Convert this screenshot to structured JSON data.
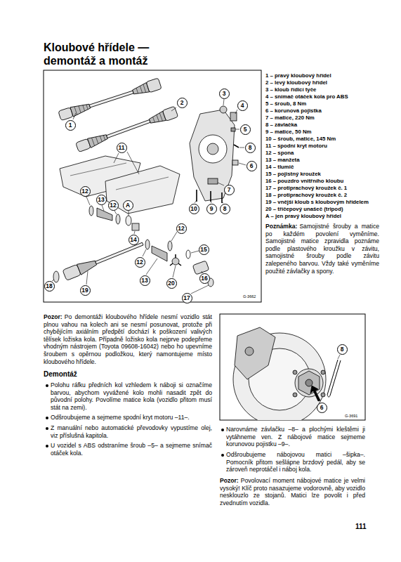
{
  "diagram": {
    "title": "Kloubové hřídele — demontáž a montáž",
    "labels": [
      "1",
      "2",
      "3",
      "4",
      "5",
      "8",
      "6",
      "7",
      "10",
      "9",
      "8",
      "11",
      "12",
      "13",
      "12",
      "A",
      "14",
      "12",
      "15",
      "12",
      "16",
      "13",
      "20",
      "17",
      "18",
      "19",
      "G-3662",
      "1 – pravý kloubový hřídel",
      "2 – levý kloubový hřídel",
      "3 – kloub řídicí tyče",
      "4 – snímač otáček kola pro ABS",
      "5 – šroub, 8 Nm",
      "6 – korunová pojistka",
      "7 – matice, 220 Nm",
      "8 – závlačka",
      "9 – matice, 50 Nm",
      "10 – šroub, matice, 145 Nm",
      "11 – spodní kryt motoru",
      "12 – spona",
      "13 – manžeta",
      "14 – tlumič",
      "15 – pojistný kroužek",
      "16 – pouzdro vnitřního kloubu",
      "17 – protiprachový kroužek č. 1",
      "18 – protiprachový kroužek č. 2",
      "19 – vnější kloub s kloubovým hřídelem",
      "20 – tříčepový unašeč (tripod)",
      "A – jen pravý kloubový hřídel",
      "Poznámka:",
      "Samojistné šrouby a matice po každém povolení vyměníme. Samojistné matice zpravidla poznáme podle plastového kroužku v závitu, samojistné šrouby podle závitu zalepeného barvou. Vždy také vyměníme použité závlačky a spony.",
      "Pozor:",
      "Po demontáži kloubového hřídele nesmí vozidlo stát plnou vahou na kolech ani se nesmí posunovat, protože při chybějícím axiálním předpětí dochází k poškození valivých tělísek ložiska kola. Případně ložisko kola nejprve podepřeme vhodným nástrojem (Toyota 09608-16042) nebo ho upevníme šroubem s opěrnou podložkou, který namontujeme místo kloubového hřídele.",
      "Demontáž",
      "Polohu ráfku předních kol vzhledem k náboji si označíme barvou, abychom vyvážené kolo mohli nasadit zpět do původní polohy. Povolíme matice kola (vozidlo přitom musí stát na zemi).",
      "Odšroubujeme a sejmeme spodní kryt motoru –11–.",
      "Z manuální nebo automatické převodovky vypustíme olej, viz příslušná kapitola.",
      "U vozidel s ABS odstraníme šroub –5– a sejmeme snímač otáček kola.",
      "8",
      "6",
      "G-3691",
      "Narovnáme závlačku –8– a plochými kleštěmi ji vytáhneme ven. Z nábojové matice sejmeme korunovou pojistku –9–.",
      "Odšroubujeme nábojovou matici –šipka–. Pomocník přitom sešlápne brzdový pedál, aby se zároveň neprotáčel i náboj kola.",
      "Pozor:",
      "Povolovací moment nábojové matice je velmi vysoký! Klíč proto nasazujeme vodorovně, aby vozidlo nesklouzlo ze stojanů. Matici lze povolit i před zvednutím vozidla.",
      "111"
    ]
  }
}
